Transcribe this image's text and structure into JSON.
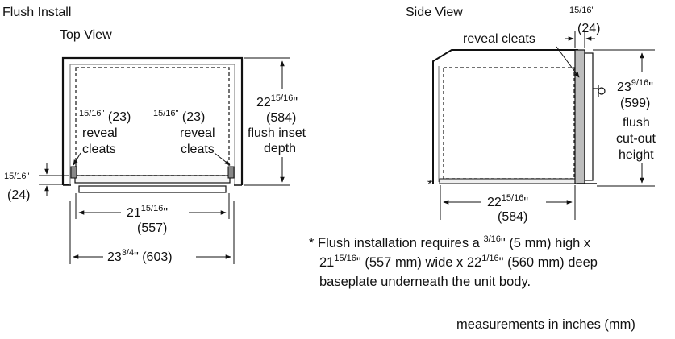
{
  "title": "Flush Install",
  "top_view": {
    "label": "Top View",
    "reveal_cleat_left": {
      "frac": "15/16\"",
      "mm": "(23)",
      "line1": "reveal",
      "line2": "cleats"
    },
    "reveal_cleat_right": {
      "frac": "15/16\"",
      "mm": "(23)",
      "line1": "reveal",
      "line2": "cleats"
    },
    "depth": {
      "whole": "22",
      "frac": "15/16",
      "unit": "\"",
      "mm": "(584)",
      "line1": "flush inset",
      "line2": "depth"
    },
    "offset": {
      "frac": "15/16\"",
      "mm": "(24)"
    },
    "inner_width": {
      "whole": "21",
      "frac": "15/16",
      "unit": "\"",
      "mm": "(557)"
    },
    "outer_width": {
      "whole": "23",
      "frac": "3/4",
      "rest": "\" (603)"
    }
  },
  "side_view": {
    "label": "Side View",
    "top_dim": {
      "frac": "15/16\"",
      "mm": "(24)"
    },
    "reveal_label": "reveal cleats",
    "height": {
      "whole": "23",
      "frac": "9/16",
      "unit": "\"",
      "mm": "(599)",
      "line1": "flush",
      "line2": "cut-out",
      "line3": "height"
    },
    "depth": {
      "whole": "22",
      "frac": "15/16",
      "unit": "\"",
      "mm": "(584)"
    },
    "asterisk": "*"
  },
  "footnote": {
    "line1_a": "* Flush installation requires a ",
    "line1_frac": "3/16",
    "line1_b": "\" (5 mm) high x",
    "line2_whole": "21",
    "line2_frac": "15/16",
    "line2_b": "\" (557 mm) wide x 22",
    "line2_frac2": "1/16",
    "line2_c": "\" (560 mm) deep",
    "line3": "baseplate underneath the unit body."
  },
  "units_note": "measurements in inches (mm)"
}
